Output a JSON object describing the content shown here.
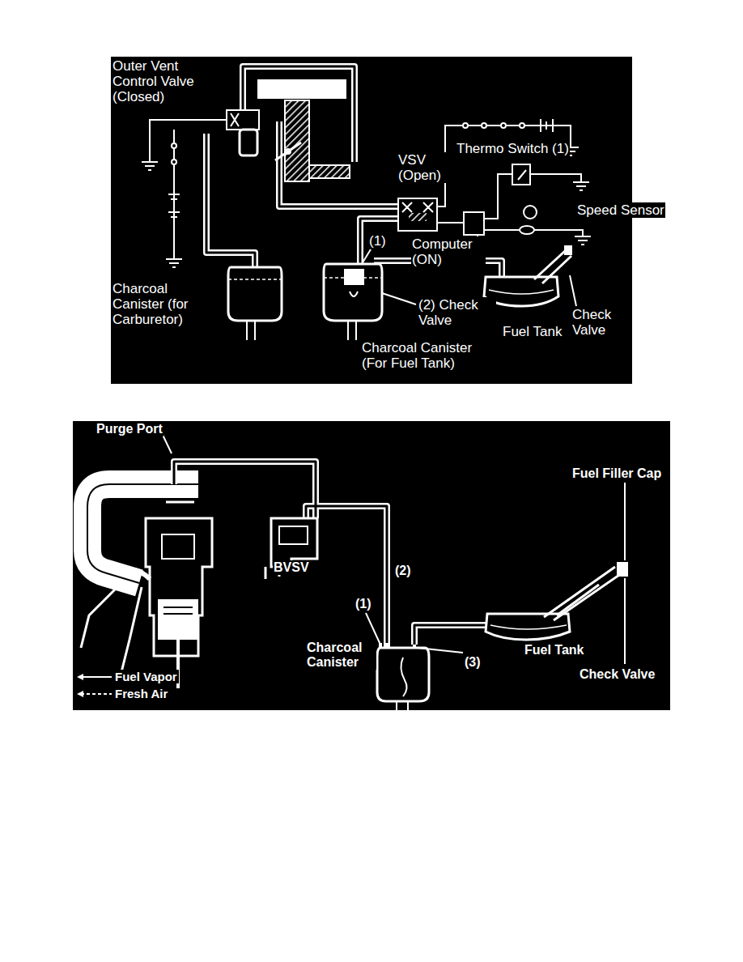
{
  "diagram": {
    "labels": [
      "Outer Vent Control Valve (Closed)",
      "VSV (Open)",
      "Thermo Switch (1)",
      "Speed Sensor",
      "(1)",
      "Computer (ON)",
      "Charcoal Canister (for Carburetor)",
      "(2) Check Valve",
      "Check Valve",
      "Fuel Tank",
      "Charcoal Canister (For Fuel Tank)",
      "Purge Port",
      "Fuel Filler Cap",
      "BVSV",
      "(2)",
      "(1)",
      "Charcoal Canister",
      "(3)",
      "Fuel Tank",
      "Check Valve"
    ],
    "legend": [
      {
        "text": "Fuel Vapor"
      },
      {
        "text": "Fresh Air"
      }
    ]
  }
}
